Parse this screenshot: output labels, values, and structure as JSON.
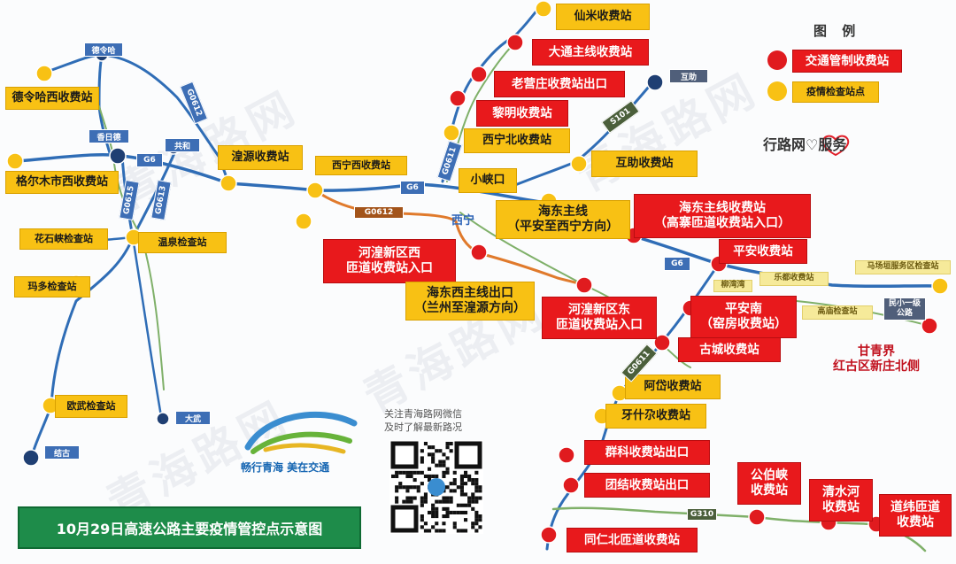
{
  "legend": {
    "title": "图 例",
    "items": [
      {
        "label": "交通管制收费站",
        "color": "#e8191c"
      },
      {
        "label": "疫情检查站点",
        "color": "#f8c114"
      }
    ]
  },
  "service_logo": "行路网♡服务",
  "caption": "10月29日高速公路主要疫情管控点示意图",
  "qr_note": [
    "关注青海路网微信",
    "及时了解最新路况"
  ],
  "logo_slogan": "畅行青海 美在交通",
  "watermark_text": "青海路网",
  "city": "西宁",
  "control_stations": [
    {
      "id": "datong",
      "label": "大通主线收费站"
    },
    {
      "id": "laoyingzhuang",
      "label": "老营庄收费站出口"
    },
    {
      "id": "liming",
      "label": "黎明收费站"
    },
    {
      "id": "haidong",
      "lines": [
        "海东主线收费站",
        "（高寨匝道收费站入口）"
      ]
    },
    {
      "id": "hxxxi",
      "lines": [
        "河湟新区西",
        "匝道收费站入口"
      ]
    },
    {
      "id": "pingan",
      "label": "平安收费站"
    },
    {
      "id": "hxxdong",
      "lines": [
        "河湟新区东",
        "匝道收费站入口"
      ]
    },
    {
      "id": "pingannan",
      "lines": [
        "平安南",
        "（窑房收费站）"
      ]
    },
    {
      "id": "gucheng",
      "label": "古城收费站"
    },
    {
      "id": "ganqing",
      "lines": [
        "甘青界",
        "红古区新庄北侧"
      ]
    },
    {
      "id": "qunke",
      "label": "群科收费站出口"
    },
    {
      "id": "tuanjie",
      "label": "团结收费站出口"
    },
    {
      "id": "gongboxia",
      "lines": [
        "公伯峡",
        "收费站"
      ]
    },
    {
      "id": "qingshuihe",
      "lines": [
        "清水河",
        "收费站"
      ]
    },
    {
      "id": "daowei",
      "lines": [
        "道纬匝道",
        "收费站"
      ]
    },
    {
      "id": "tongrenbei",
      "label": "同仁北匝道收费站"
    }
  ],
  "check_points": [
    {
      "id": "xianmi",
      "label": "仙米收费站"
    },
    {
      "id": "xiningbei",
      "label": "西宁北收费站"
    },
    {
      "id": "huzhu",
      "label": "互助收费站"
    },
    {
      "id": "xiningxi",
      "label": "西宁西收费站"
    },
    {
      "id": "xiaoxiakou",
      "label": "小峡口"
    },
    {
      "id": "haidongmain",
      "lines": [
        "海东主线",
        "（平安至西宁方向）"
      ]
    },
    {
      "id": "haidongxi",
      "lines": [
        "海东西主线出口",
        "（兰州至湟源方向）"
      ]
    },
    {
      "id": "huangyuan",
      "label": "湟源收费站"
    },
    {
      "id": "delingha",
      "label": "德令哈西收费站"
    },
    {
      "id": "golmud",
      "label": "格尔木市西收费站"
    },
    {
      "id": "huashixia",
      "label": "花石峡检查站"
    },
    {
      "id": "wenquan",
      "label": "温泉检查站"
    },
    {
      "id": "maduo",
      "label": "玛多检查站"
    },
    {
      "id": "oula",
      "label": "欧武检查站"
    },
    {
      "id": "adai",
      "label": "阿岱收费站"
    },
    {
      "id": "yashiza",
      "label": "牙什尕收费站"
    },
    {
      "id": "machangyuan",
      "label": "马场垣服务区检查站"
    },
    {
      "id": "ledu",
      "label": "乐都收费站"
    },
    {
      "id": "gaomiao",
      "label": "高庙检查站"
    },
    {
      "id": "liuwan",
      "label": "柳湾湾"
    }
  ],
  "route_codes": [
    {
      "id": "r-g0612-a",
      "label": "G0612"
    },
    {
      "id": "r-g6-a",
      "label": "G6"
    },
    {
      "id": "r-g0615",
      "label": "G0615"
    },
    {
      "id": "r-g0613",
      "label": "G0613"
    },
    {
      "id": "r-g6-b",
      "label": "G6"
    },
    {
      "id": "r-g0612-b",
      "label": "G0612"
    },
    {
      "id": "r-g0611-a",
      "label": "G0611"
    },
    {
      "id": "r-s101",
      "label": "S101"
    },
    {
      "id": "r-g6-c",
      "label": "G6"
    },
    {
      "id": "r-g0611-b",
      "label": "G0611"
    },
    {
      "id": "r-g310",
      "label": "G310"
    },
    {
      "id": "r-minxiao",
      "lines": [
        "民小一级",
        "公路"
      ]
    }
  ],
  "place_tags": [
    {
      "id": "t-delingha",
      "label": "德令哈"
    },
    {
      "id": "t-xiangride",
      "label": "香日德"
    },
    {
      "id": "t-gonghe",
      "label": "共和"
    },
    {
      "id": "t-huzhu",
      "label": "互助"
    },
    {
      "id": "t-dawu",
      "label": "大武"
    },
    {
      "id": "t-jieji",
      "label": "结古"
    }
  ]
}
